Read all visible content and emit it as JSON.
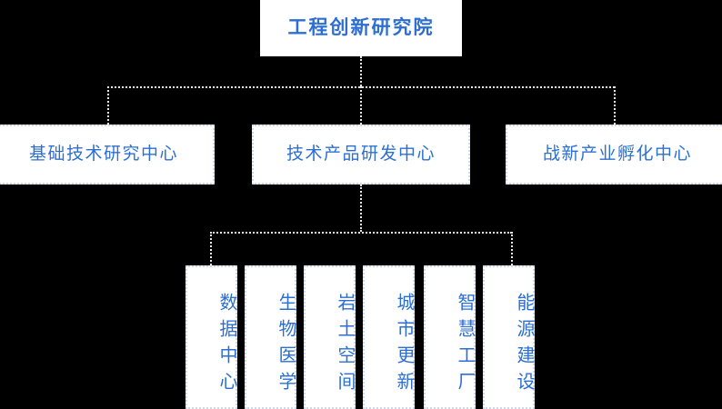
{
  "diagram": {
    "type": "org-chart",
    "title_text": "工程创新研究院",
    "background_color": "#000000",
    "box_fill_color": "#ffffff",
    "text_color": "#2c6fd1",
    "connector_color": "#e8e8e8",
    "box_border_color": "#cfd8ea",
    "root": {
      "label": "工程创新研究院"
    },
    "level2": [
      {
        "label": "基础技术研究中心"
      },
      {
        "label": "技术产品研发中心"
      },
      {
        "label": "战新产业孵化中心"
      }
    ],
    "level3_parent": "技术产品研发中心",
    "level3": [
      {
        "label": "数据中心"
      },
      {
        "label": "生物医学"
      },
      {
        "label": "岩土空间"
      },
      {
        "label": "城市更新"
      },
      {
        "label": "智慧工厂"
      },
      {
        "label": "能源建设"
      }
    ]
  }
}
